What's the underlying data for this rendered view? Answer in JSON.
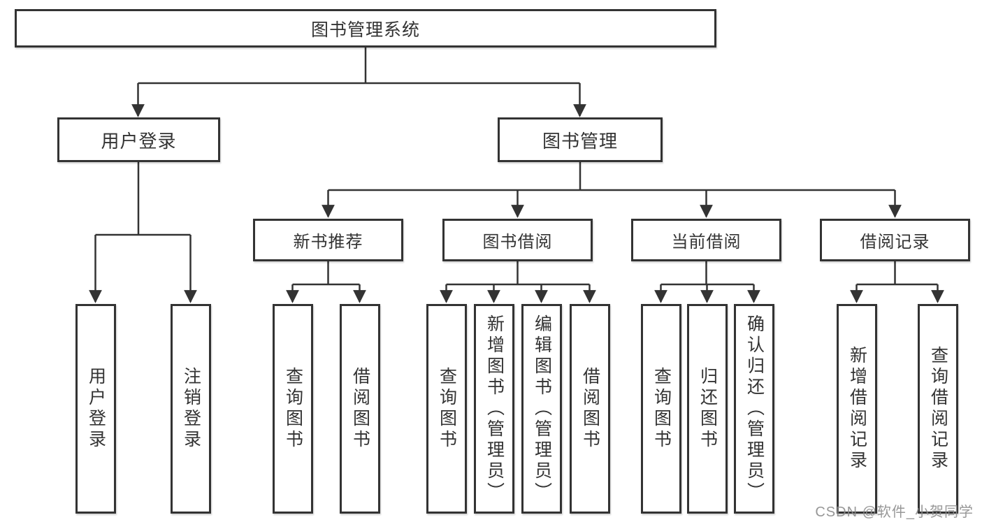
{
  "diagram": {
    "type": "hierarchy-tree",
    "tree": {
      "label": "图书管理系统",
      "children": [
        {
          "label": "用户登录",
          "children": [
            {
              "label": "用户登录"
            },
            {
              "label": "注销登录"
            }
          ]
        },
        {
          "label": "图书管理",
          "children": [
            {
              "label": "新书推荐",
              "children": [
                {
                  "label": "查询图书"
                },
                {
                  "label": "借阅图书"
                }
              ]
            },
            {
              "label": "图书借阅",
              "children": [
                {
                  "label": "查询图书"
                },
                {
                  "label": "新增图书（管理员）"
                },
                {
                  "label": "编辑图书（管理员）"
                },
                {
                  "label": "借阅图书"
                }
              ]
            },
            {
              "label": "当前借阅",
              "children": [
                {
                  "label": "查询图书"
                },
                {
                  "label": "归还图书"
                },
                {
                  "label": "确认归还（管理员）"
                }
              ]
            },
            {
              "label": "借阅记录",
              "children": [
                {
                  "label": "新增借阅记录"
                },
                {
                  "label": "查询借阅记录"
                }
              ]
            }
          ]
        }
      ]
    },
    "colors": {
      "line": "#333333",
      "box_border": "#333333",
      "box_fill": "#ffffff",
      "text": "#333333",
      "watermark": "#8c8c8c"
    }
  },
  "watermark": {
    "text": "CSDN @软件_小贺同学"
  }
}
